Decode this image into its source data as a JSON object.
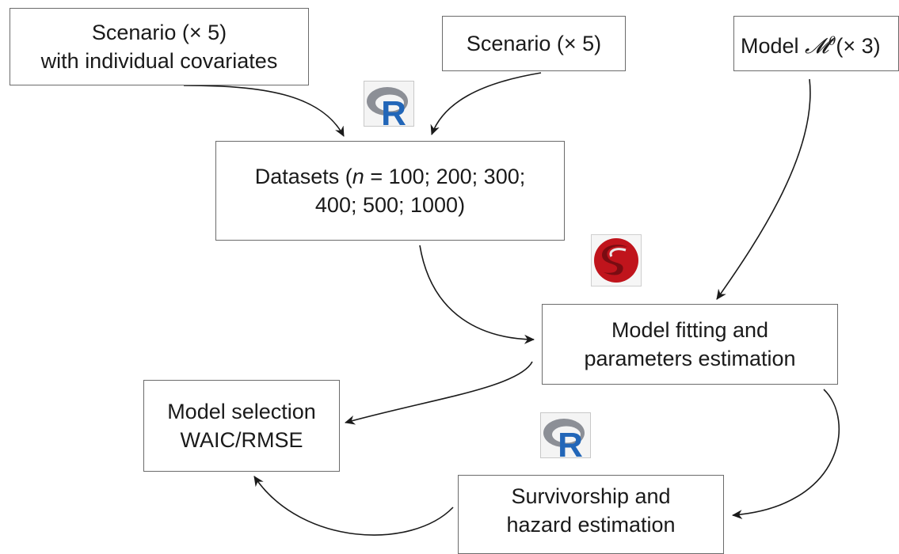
{
  "nodes": {
    "scenario_cov": {
      "line1": "Scenario (× 5)",
      "line2": "with individual covariates"
    },
    "scenario": {
      "label": "Scenario (× 5)"
    },
    "model": {
      "prefix": "Model ",
      "symbol": "𝓜",
      "superscript": "θ",
      "suffix": "(× 3)"
    },
    "datasets": {
      "prefix": "Datasets (",
      "n": "n",
      "rest": " = 100; 200; 300;",
      "line2": "400; 500; 1000)"
    },
    "fitting": {
      "line1": "Model fitting and",
      "line2": "parameters estimation"
    },
    "selection": {
      "line1": "Model selection",
      "line2": "WAIC/RMSE"
    },
    "survivorship": {
      "line1": "Survivorship and",
      "line2": "hazard estimation"
    }
  },
  "logos": {
    "r_top": {
      "letter": "R",
      "icon": "r-logo"
    },
    "stan": {
      "letter": "S",
      "icon": "stan-logo"
    },
    "r_bottom": {
      "letter": "R",
      "icon": "r-logo"
    }
  },
  "colors": {
    "r_blue": "#2266b8",
    "r_ring": "#8c8f96",
    "stan_red": "#c0141c"
  }
}
